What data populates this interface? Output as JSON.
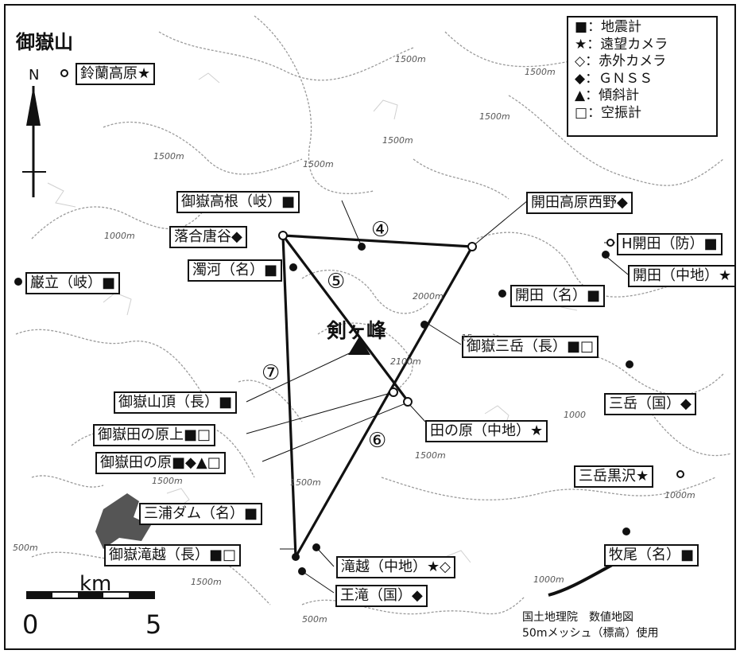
{
  "title": "御嶽山",
  "north_label": "N",
  "peak_label": "剣ヶ峰",
  "scale": {
    "unit": "km",
    "start": "0",
    "end": "5"
  },
  "credit": {
    "line1": "国土地理院　数値地図",
    "line2": "50mメッシュ（標高）使用"
  },
  "legend": [
    {
      "symbol": "■",
      "text": "：地震計",
      "icon": "filled-square-icon"
    },
    {
      "symbol": "★",
      "text": "：遠望カメラ",
      "icon": "star-icon"
    },
    {
      "symbol": "◇",
      "text": "：赤外カメラ",
      "icon": "open-diamond-icon"
    },
    {
      "symbol": "◆",
      "text": "：ＧＮＳＳ",
      "icon": "filled-diamond-icon"
    },
    {
      "symbol": "▲",
      "text": "：傾斜計",
      "icon": "triangle-icon"
    },
    {
      "symbol": "□",
      "text": "：空振計",
      "icon": "open-square-icon"
    }
  ],
  "stations": [
    {
      "label": "鈴蘭高原★"
    },
    {
      "label": "御嶽高根（岐）■"
    },
    {
      "label": "落合唐谷◆"
    },
    {
      "label": "濁河（名）■"
    },
    {
      "label": "巌立（岐）■"
    },
    {
      "label": "開田高原西野◆"
    },
    {
      "label": "H開田（防）■"
    },
    {
      "label": "開田（中地）★"
    },
    {
      "label": "開田（名）■"
    },
    {
      "label": "御嶽三岳（長）■□"
    },
    {
      "label": "三岳（国）◆"
    },
    {
      "label": "御嶽山頂（長）■"
    },
    {
      "label": "御嶽田の原上■□"
    },
    {
      "label": "田の原（中地）★"
    },
    {
      "label": "御嶽田の原■◆▲□"
    },
    {
      "label": "三岳黒沢★"
    },
    {
      "label": "三浦ダム（名）■"
    },
    {
      "label": "御嶽滝越（長）■□"
    },
    {
      "label": "滝越（中地）★◇"
    },
    {
      "label": "牧尾（名）■"
    },
    {
      "label": "王滝（国）◆"
    }
  ],
  "baselines": [
    {
      "label": "④"
    },
    {
      "label": "⑤"
    },
    {
      "label": "⑥"
    },
    {
      "label": "⑦"
    }
  ],
  "contour_labels": [
    "1500m",
    "1500m",
    "1500m",
    "1500m",
    "1500m",
    "1000m",
    "2000m",
    "15",
    "2100m",
    "1000",
    "1500m",
    "1500m",
    "1000m",
    "500m",
    "1500m",
    "1000m",
    "1500m",
    "500m",
    "1500m"
  ]
}
